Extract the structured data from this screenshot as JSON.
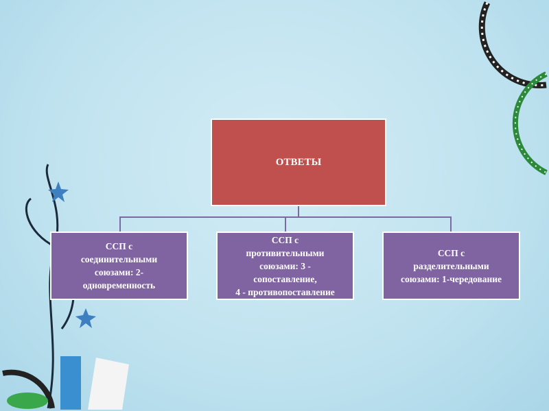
{
  "diagram": {
    "root": "ОТВЕТЫ",
    "children": [
      "ССП с\nсоединительными\nсоюзами: 2-\nодновременность",
      "ССП с\nпротивительными\nсоюзами: 3 -\nсопоставление,\n4 - противопоставление",
      "ССП с\nразделительными\nсоюзами: 1-чередование"
    ]
  },
  "colors": {
    "root": "#c0504d",
    "child": "#8064a2",
    "background": "#bfe2ef"
  }
}
